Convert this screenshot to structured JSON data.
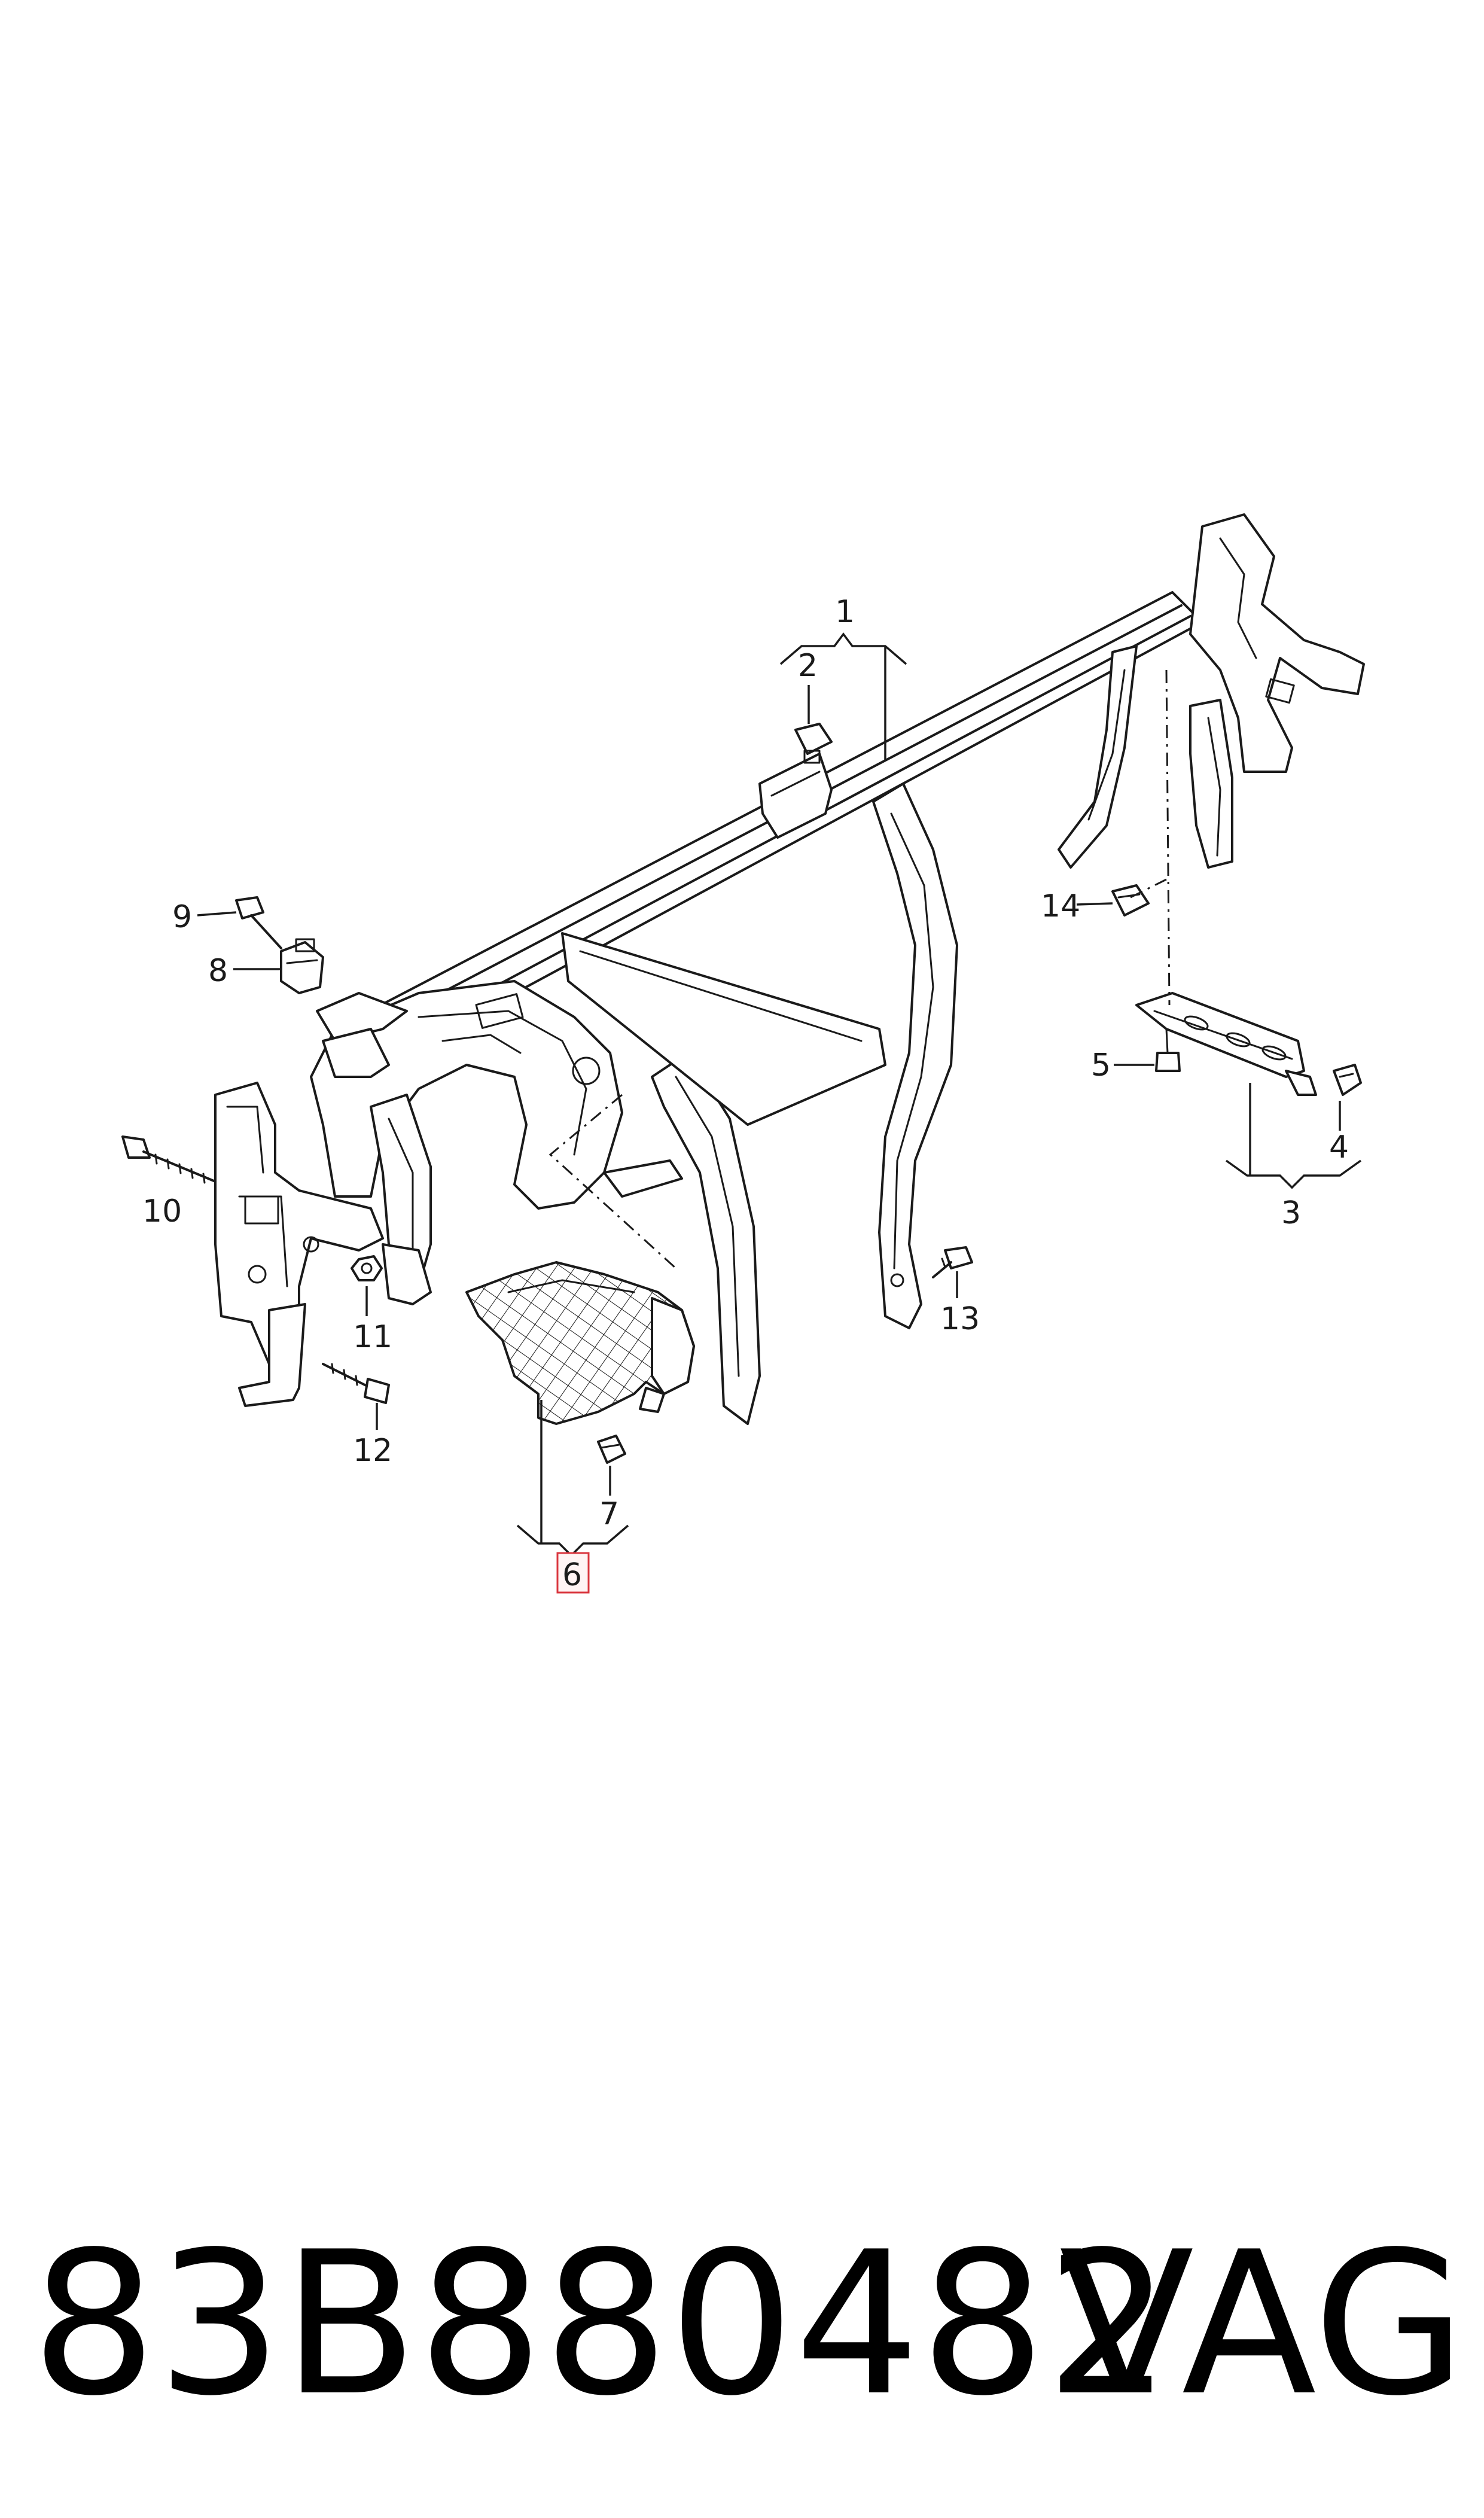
{
  "callouts": [
    {
      "id": "1",
      "label": "1"
    },
    {
      "id": "2",
      "label": "2"
    },
    {
      "id": "3",
      "label": "3"
    },
    {
      "id": "4",
      "label": "4"
    },
    {
      "id": "5",
      "label": "5"
    },
    {
      "id": "6",
      "label": "6",
      "highlighted": true
    },
    {
      "id": "7",
      "label": "7"
    },
    {
      "id": "8",
      "label": "8"
    },
    {
      "id": "9",
      "label": "9"
    },
    {
      "id": "10",
      "label": "10"
    },
    {
      "id": "11",
      "label": "11"
    },
    {
      "id": "12",
      "label": "12"
    },
    {
      "id": "13",
      "label": "13"
    },
    {
      "id": "14",
      "label": "14"
    }
  ],
  "footer": {
    "part_number": "83B880482",
    "brand": "VAG"
  },
  "colors": {
    "line": "#1a1a1a",
    "highlight_border": "#d9363e",
    "background": "#ffffff"
  }
}
